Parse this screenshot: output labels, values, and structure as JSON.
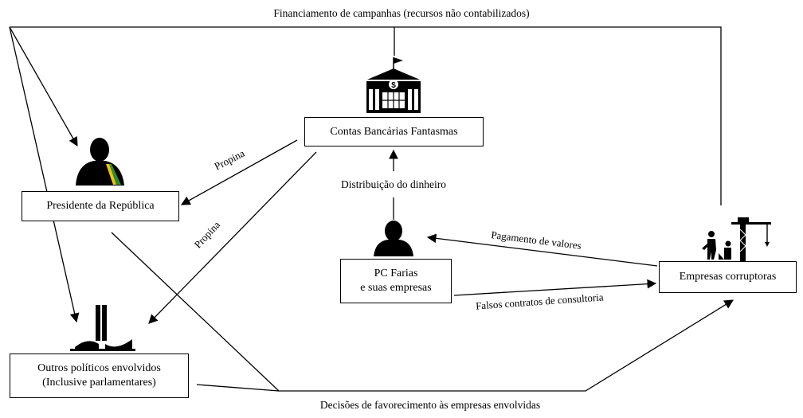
{
  "top_label": "Financiamento de campanhas (recursos não contabilizados)",
  "bottom_label": "Decisões de favorecimento às empresas envolvidas",
  "nodes": {
    "contas": "Contas Bancárias Fantasmas",
    "presidente": "Presidente da República",
    "pc_line1": "PC Farias",
    "pc_line2": "e suas empresas",
    "empresas": "Empresas corruptoras",
    "outros_line1": "Outros políticos envolvidos",
    "outros_line2": "(Inclusive parlamentares)"
  },
  "edges": {
    "propina_1": "Propina",
    "propina_2": "Propina",
    "distribuicao": "Distribuição do dinheiro",
    "pagamento": "Pagamento de valores",
    "falsos": "Falsos contratos de consultoria"
  },
  "icons": [
    "bank-building-icon",
    "president-person-icon",
    "person-icon",
    "construction-workers-crane-icon",
    "congress-building-icon"
  ]
}
